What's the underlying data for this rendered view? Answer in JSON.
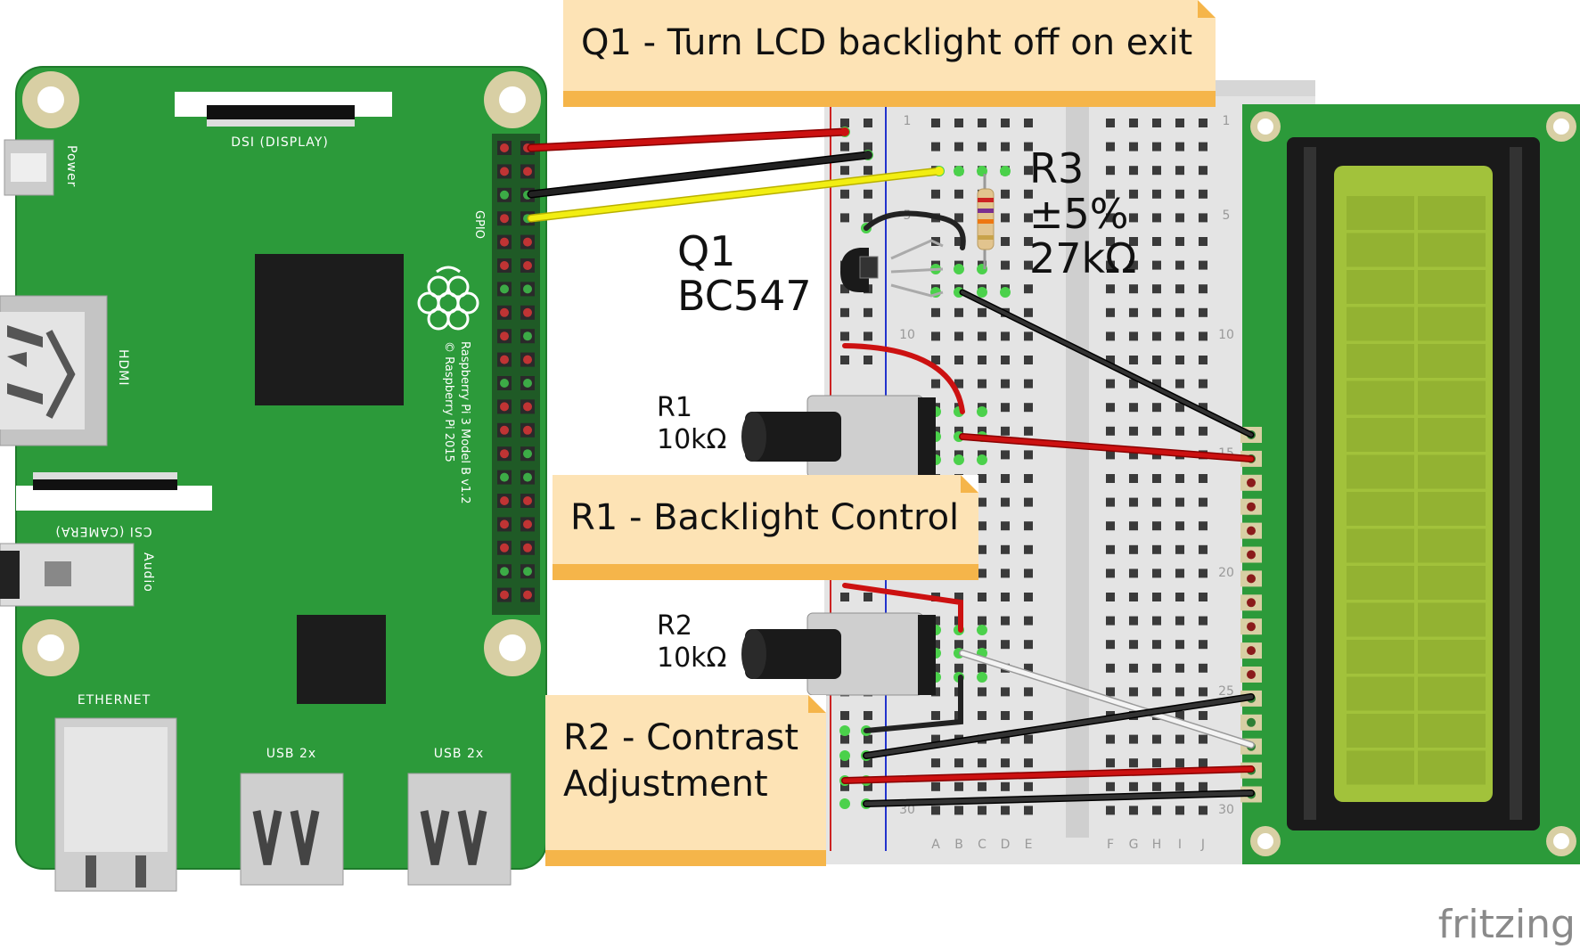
{
  "notes": {
    "q1": "Q1 - Turn LCD backlight off on exit",
    "r1": "R1 - Backlight Control",
    "r2": "R2 - Contrast\nAdjustment"
  },
  "components": {
    "q1": {
      "name": "Q1",
      "part": "BC547"
    },
    "r1": {
      "name": "R1",
      "value": "10kΩ"
    },
    "r2": {
      "name": "R2",
      "value": "10kΩ"
    },
    "r3": {
      "name": "R3",
      "tolerance": "±5%",
      "value": "27kΩ"
    }
  },
  "pi": {
    "dsi": "DSI (DISPLAY)",
    "power": "Power",
    "hdmi": "HDMI",
    "csi": "CSI (CAMERA)",
    "audio": "Audio",
    "ethernet": "ETHERNET",
    "usb1": "USB 2x",
    "usb2": "USB 2x",
    "gpio": "GPIO",
    "model": "Raspberry Pi 3 Model B v1.2",
    "copyright": "© Raspberry Pi 2015"
  },
  "breadboard": {
    "rows": [
      "1",
      "5",
      "10",
      "15",
      "20",
      "25",
      "30"
    ],
    "cols_left": [
      "A",
      "B",
      "C",
      "D",
      "E"
    ],
    "cols_right": [
      "F",
      "G",
      "H",
      "I",
      "J"
    ]
  },
  "brand": "fritzing",
  "colors": {
    "pi_board": "#2c9a3a",
    "note_bg": "#fde3b5",
    "note_bar": "#f5b54a",
    "breadboard": "#e4e4e4",
    "lcd_screen": "#a2c23b",
    "wire_red": "#cc1111",
    "wire_black": "#1a1a1a",
    "wire_yellow": "#f2ee12",
    "wire_white": "#f4f4f4"
  }
}
